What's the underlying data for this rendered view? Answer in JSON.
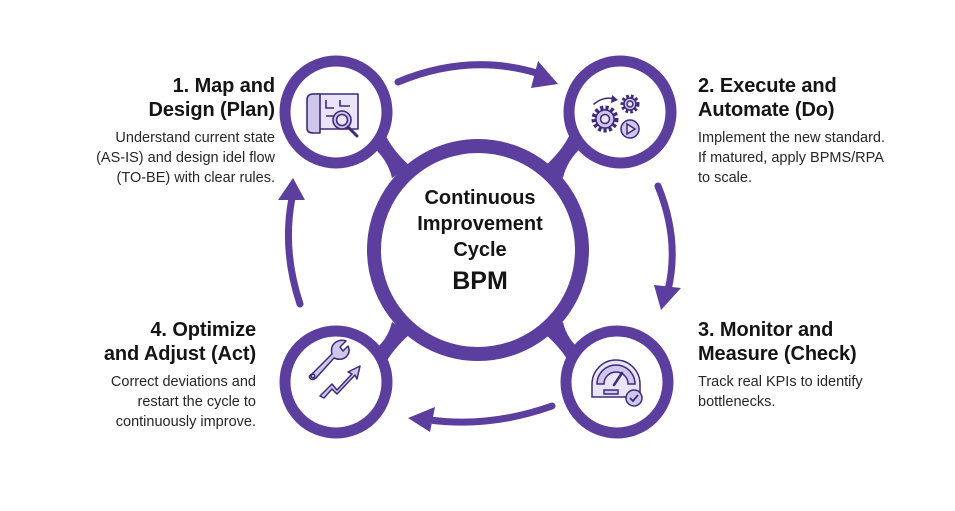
{
  "colors": {
    "primary": "#5B3E9E",
    "icon_fill": "#CFC6EC",
    "icon_fill_light": "#E9E4F7",
    "icon_stroke": "#3E2A78",
    "text": "#141414"
  },
  "center": {
    "lines": [
      "Continuous",
      "Improvement",
      "Cycle"
    ],
    "acronym": "BPM"
  },
  "steps": [
    {
      "title_line1": "1. Map and",
      "title_line2": "Design (Plan)",
      "description": "Understand current state\n(AS-IS) and design idel flow\n(TO-BE) with clear rules.",
      "icon": "blueprint-search-icon"
    },
    {
      "title_line1": "2. Execute and",
      "title_line2": "Automate (Do)",
      "description": "Implement the new standard.\nIf matured, apply BPMS/RPA\nto scale.",
      "icon": "gears-play-icon"
    },
    {
      "title_line1": "3. Monitor and",
      "title_line2": "Measure (Check)",
      "description": "Track real KPIs to identify\nbottlenecks.",
      "icon": "gauge-check-icon"
    },
    {
      "title_line1": "4. Optimize",
      "title_line2": "and Adjust (Act)",
      "description": "Correct deviations and\nrestart the cycle to\ncontinuously improve.",
      "icon": "wrench-trend-icon"
    }
  ],
  "arrows": [
    {
      "from": "step-1",
      "to": "step-2",
      "direction": "clockwise"
    },
    {
      "from": "step-2",
      "to": "step-3",
      "direction": "clockwise"
    },
    {
      "from": "step-3",
      "to": "step-4",
      "direction": "clockwise"
    },
    {
      "from": "step-4",
      "to": "step-1",
      "direction": "clockwise"
    }
  ]
}
